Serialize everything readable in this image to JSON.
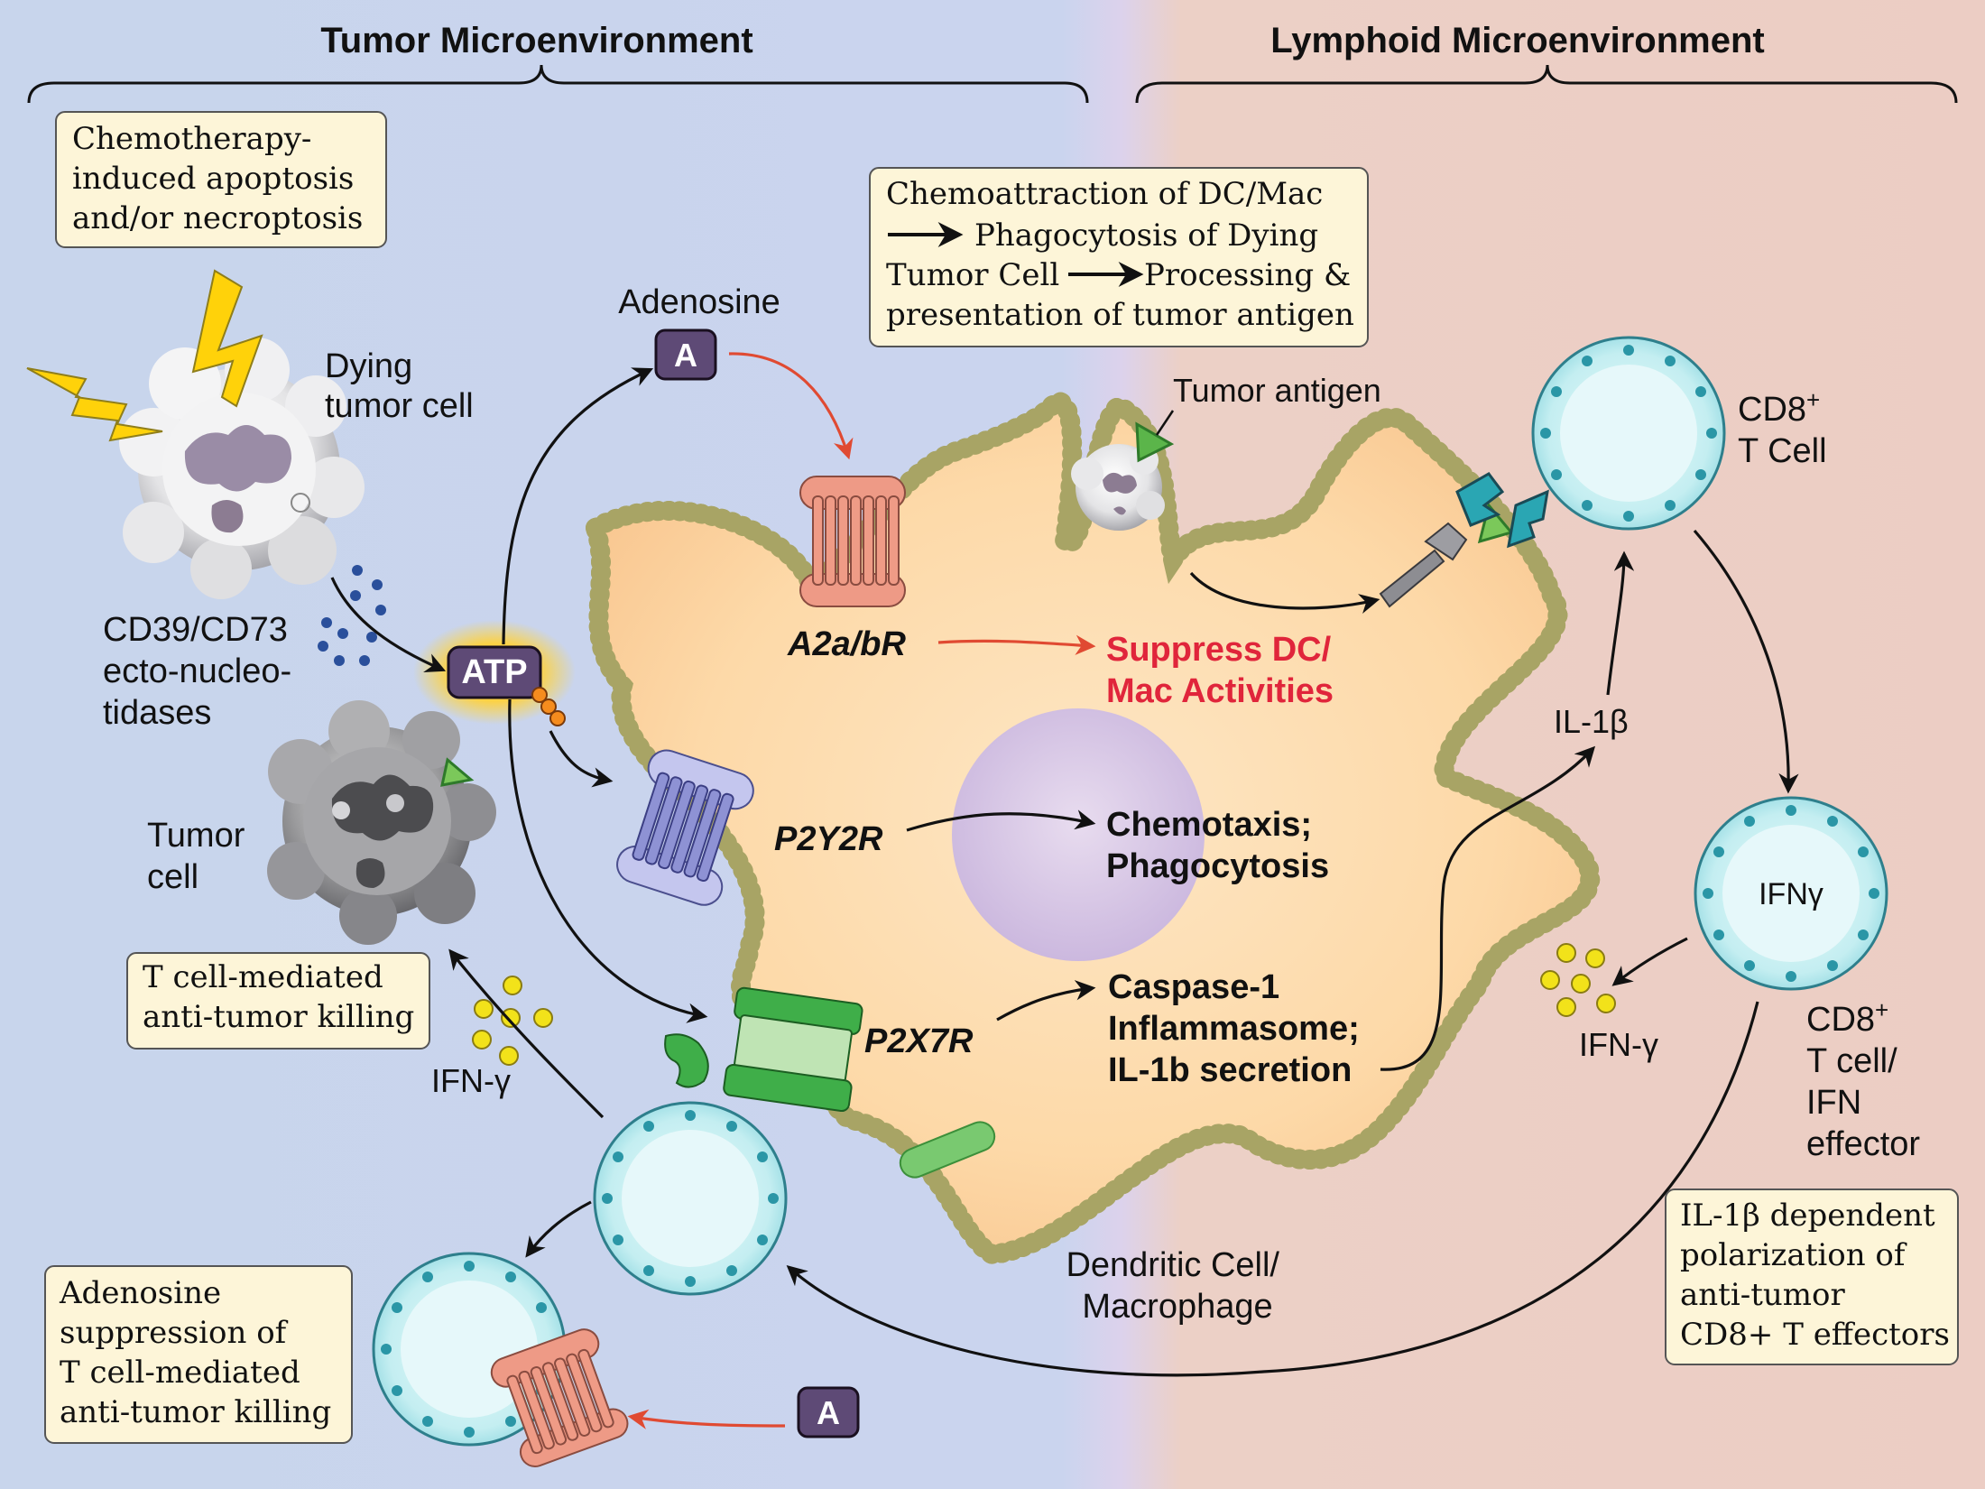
{
  "headers": {
    "tumor": "Tumor Microenvironment",
    "lymphoid": "Lymphoid Microenvironment"
  },
  "boxes": {
    "chemo": [
      "Chemotherapy-",
      "induced apoptosis",
      "and/or necroptosis"
    ],
    "chemoattraction": [
      "Chemoattraction of DC/Mac",
      "Phagocytosis of Dying",
      "Tumor Cell",
      "Processing &",
      "presentation of tumor antigen"
    ],
    "tcell_killing": [
      "T cell-mediated",
      "anti-tumor killing"
    ],
    "adenosine_supp": [
      "Adenosine",
      "suppression of",
      "T cell-mediated",
      "anti-tumor killing"
    ],
    "il1b_dependent": [
      "IL-1β dependent",
      "polarization of",
      "anti-tumor",
      "CD8+ T effectors"
    ]
  },
  "labels": {
    "dying_tumor": [
      "Dying",
      "tumor cell"
    ],
    "cd39": [
      "CD39/CD73",
      "ecto-nucleo-",
      "tidases"
    ],
    "tumor_cell": [
      "Tumor",
      "cell"
    ],
    "ifn_gamma": "IFN-γ",
    "adenosine": "Adenosine",
    "a_badge": "A",
    "atp": "ATP",
    "a2abr": "A2a/bR",
    "p2y2r": "P2Y2R",
    "p2x7r": "P2X7R",
    "suppress": [
      "Suppress DC/",
      "Mac Activities"
    ],
    "chemotaxis": [
      "Chemotaxis;",
      "Phagocytosis"
    ],
    "caspase": [
      "Caspase-1",
      "Inflammasome;",
      "IL-1b secretion"
    ],
    "tumor_antigen": "Tumor antigen",
    "cd8_tcell": [
      "CD8",
      "T Cell"
    ],
    "superscript_plus": "+",
    "il1b": "IL-1β",
    "ifn_cell": "IFNγ",
    "cd8_effector": [
      "CD8",
      "T cell/",
      "IFN",
      "effector"
    ],
    "dendritic": [
      "Dendritic Cell/",
      "Macrophage"
    ]
  },
  "colors": {
    "left_bg": "#c9d6ec",
    "right_bg": "#ebcfc6",
    "box_fill": "#fdf5d8",
    "red_text": "#e0253b",
    "arrow_red": "#e04a32",
    "atp_fill": "#5e4a76",
    "membrane_purple": "#8c62b6",
    "membrane_dots": "#a8a465",
    "cell_teal": "#6ccfd9",
    "receptor_salmon": "#ee9a86",
    "receptor_blue": "#8e92d4",
    "receptor_green": "#3fae49",
    "ifn_yellow": "#f2e21a",
    "nucleotide_blue": "#2a4f9b"
  }
}
